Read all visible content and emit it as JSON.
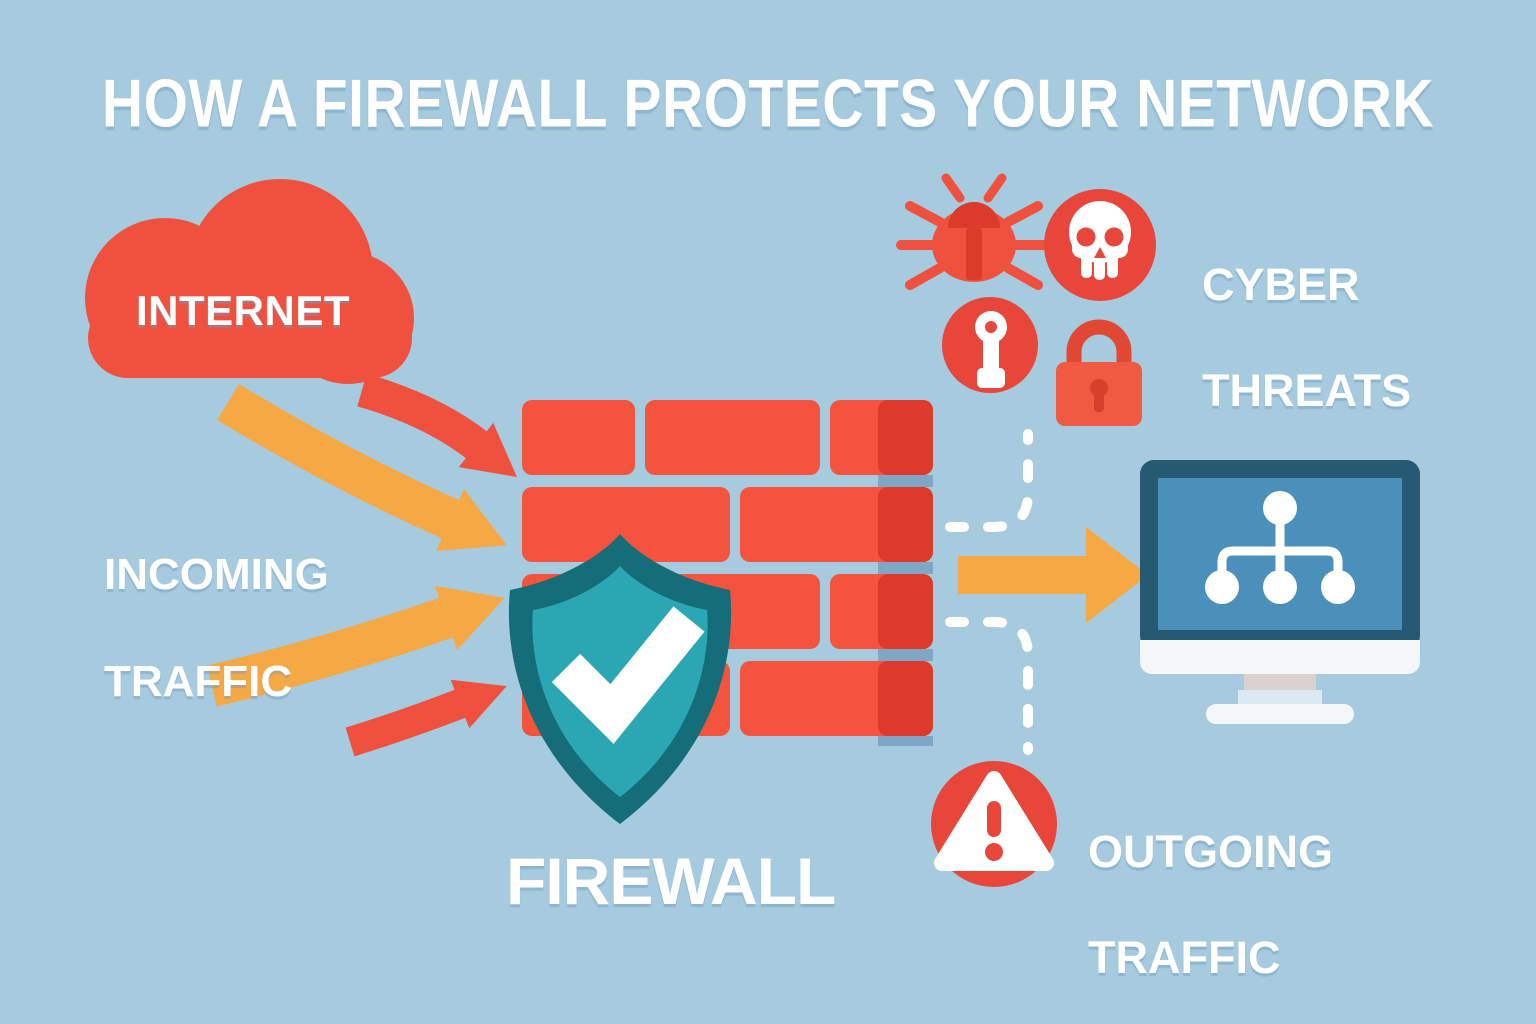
{
  "palette": {
    "background": "#a6cade",
    "red": "#f0513f",
    "brick": "#f4543e",
    "brick_dark": "#dc3a2a",
    "gap_dark": "#7fa6c4",
    "orange": "#f6a844",
    "teal": "#2ba7b4",
    "teal_dark": "#166d7a",
    "threat_red": "#e8463a",
    "monitor_frame": "#265a72",
    "monitor_screen": "#4b90ba",
    "bezel": "#f4f7f9",
    "stand_gray": "#d9d2cf",
    "stand_blue": "#dce8f2",
    "lock_red": "#ef5a43",
    "lock_dark": "#e14834",
    "keyhole": "#d8402e"
  },
  "title": "HOW A FIREWALL PROTECTS YOUR NETWORK",
  "labels": {
    "internet": "INTERNET",
    "incoming_traffic": {
      "line1": "INCOMING",
      "line2": "TRAFFIC"
    },
    "cyber_threats": {
      "line1": "CYBER",
      "line2": "THREATS"
    },
    "firewall": "FIREWALL",
    "outgoing_traffic": {
      "line1": "OUTGOING",
      "line2": "TRAFFIC"
    }
  },
  "icons": [
    "cloud-icon",
    "incoming-arrow-red-top",
    "incoming-arrow-orange-top",
    "incoming-arrow-orange-bottom",
    "incoming-arrow-red-bottom",
    "brick-wall",
    "shield-check-icon",
    "bug-icon",
    "skull-icon",
    "key-icon",
    "padlock-icon",
    "dashed-route-up",
    "dashed-route-down",
    "outgoing-arrow",
    "network-monitor-icon",
    "warning-icon"
  ]
}
